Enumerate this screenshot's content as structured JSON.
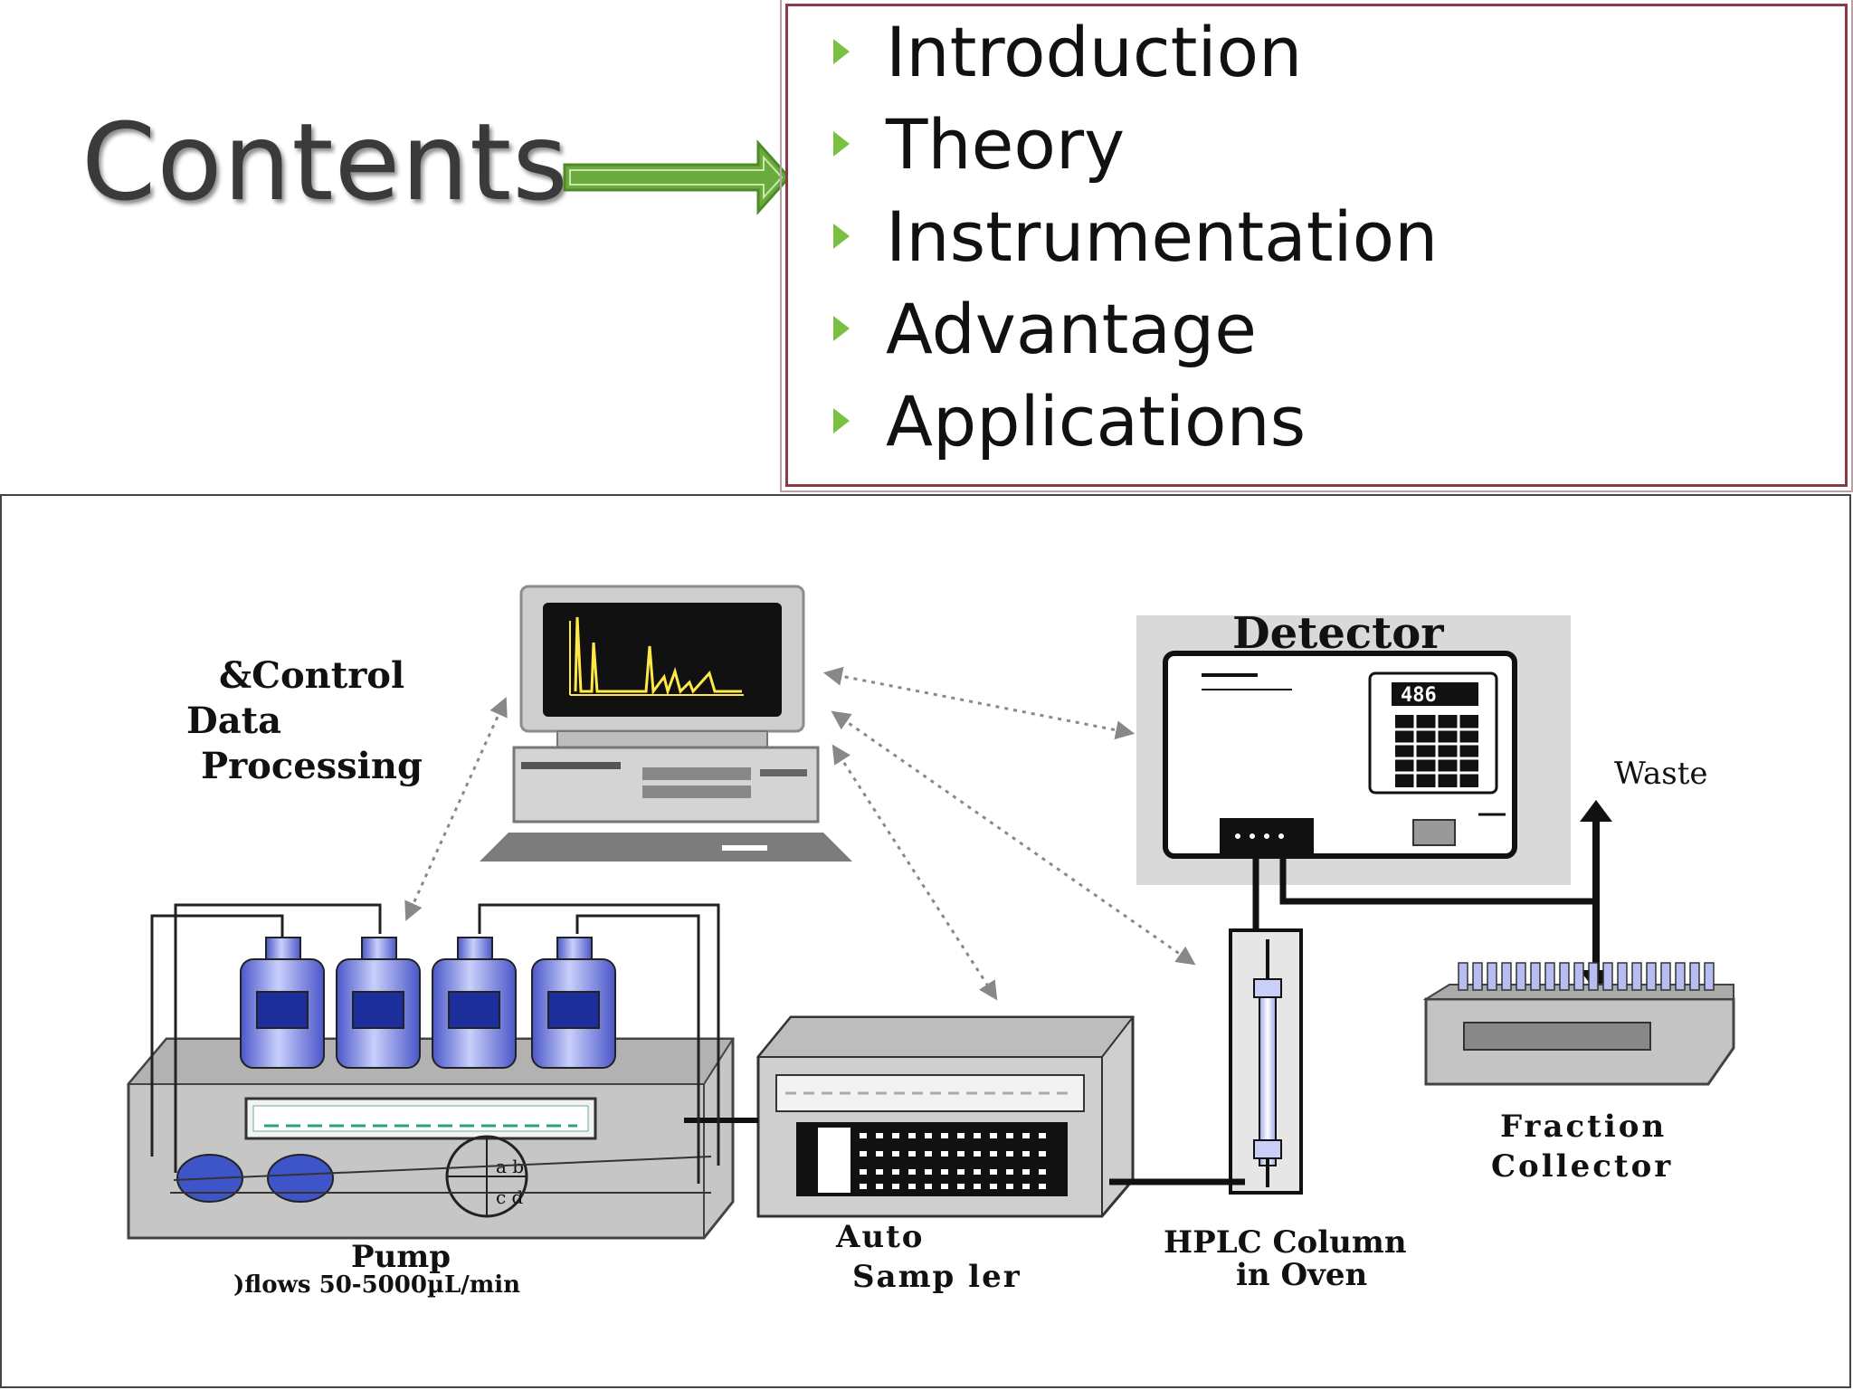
{
  "title": "Contents",
  "menu": [
    {
      "label": "Introduction"
    },
    {
      "label": "Theory"
    },
    {
      "label": "Instrumentation"
    },
    {
      "label": "Advantage"
    },
    {
      "label": "Applications"
    }
  ],
  "diagram": {
    "labels": {
      "control": "&Control",
      "data": "Data",
      "processing": "Processing",
      "detector": "Detector",
      "detector_display": "486",
      "waste": "Waste",
      "pump": "Pump",
      "pump_flow": ")flows 50-5000µL/min",
      "auto": "Auto",
      "sampler": "Samp ler",
      "column1": "HPLC Column",
      "column2": "in Oven",
      "fraction1": "Fraction",
      "fraction2": "Collector"
    }
  },
  "colors": {
    "accent_green": "#7ac142",
    "box_border": "#8a3b47",
    "bottle_blue": "#6f7ee8"
  }
}
